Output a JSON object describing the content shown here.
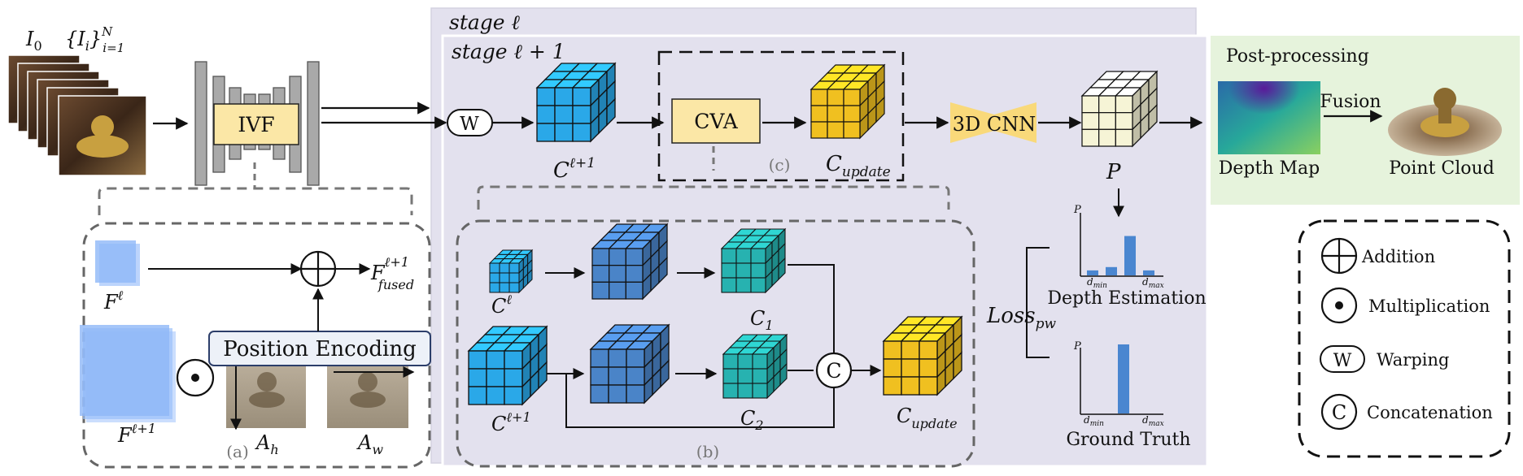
{
  "inputs": {
    "i0": "I",
    "i0_sub": "0",
    "ii": "{I",
    "ii_sub": "i",
    "ii_close": "}",
    "ii_sup": "N",
    "ii_lim": "i=1"
  },
  "ivf": "IVF",
  "stage_back": "stage ℓ",
  "stage_front": "stage ℓ + 1",
  "warp": "W",
  "cva": "CVA",
  "c_next": {
    "base": "C",
    "sup": "ℓ+1"
  },
  "c_update": {
    "base": "C",
    "sub": "update"
  },
  "cnn3d": "3D CNN",
  "prob": "P",
  "post_title": "Post-processing",
  "fusion": "Fusion",
  "depth_map": "Depth Map",
  "point_cloud": "Point Cloud",
  "panel_a": {
    "f_l": {
      "base": "F",
      "sup": "ℓ"
    },
    "f_l1": {
      "base": "F",
      "sup": "ℓ+1"
    },
    "f_fused": {
      "base": "F",
      "sup": "ℓ+1",
      "sub": "fused"
    },
    "pos_enc": "Position Encoding",
    "a_h": {
      "base": "A",
      "sub": "h"
    },
    "a_w": {
      "base": "A",
      "sub": "w"
    },
    "tag": "(a)"
  },
  "panel_b": {
    "c_l": {
      "base": "C",
      "sup": "ℓ"
    },
    "c_l1": {
      "base": "C",
      "sup": "ℓ+1"
    },
    "c1": {
      "base": "C",
      "sub": "1"
    },
    "c2": {
      "base": "C",
      "sub": "2"
    },
    "concat": "C",
    "c_update": {
      "base": "C",
      "sub": "update"
    },
    "tag": "(b)"
  },
  "panel_c_tag": "(c)",
  "loss": {
    "base": "Loss",
    "sub": "pw"
  },
  "hist_est": {
    "y": "P",
    "dmin": "d",
    "dmin_sub": "min",
    "dmax": "d",
    "dmax_sub": "max",
    "title": "Depth Estimation",
    "values": [
      0.12,
      0.2,
      0.95,
      0.12
    ]
  },
  "hist_gt": {
    "y": "P",
    "dmin": "d",
    "dmin_sub": "min",
    "dmax": "d",
    "dmax_sub": "max",
    "title": "Ground Truth",
    "values": [
      1.0
    ]
  },
  "legend": {
    "addition": "Addition",
    "multiplication": "Multiplication",
    "warp_sym": "W",
    "warping": "Warping",
    "concat_sym": "C",
    "concatenation": "Concatenation"
  },
  "colors": {
    "stage_bg": "#e3e1ee",
    "cube_blue": "#2aa8e8",
    "cube_dblue": "#4a84c8",
    "cube_teal": "#27b2b0",
    "cube_yellow": "#f0c020",
    "cube_cream": "#f6f4d6",
    "ivf_yellow": "#fbe7a6",
    "post_bg": "#e6f3dc",
    "feat_blue": "#8fb8f8"
  }
}
